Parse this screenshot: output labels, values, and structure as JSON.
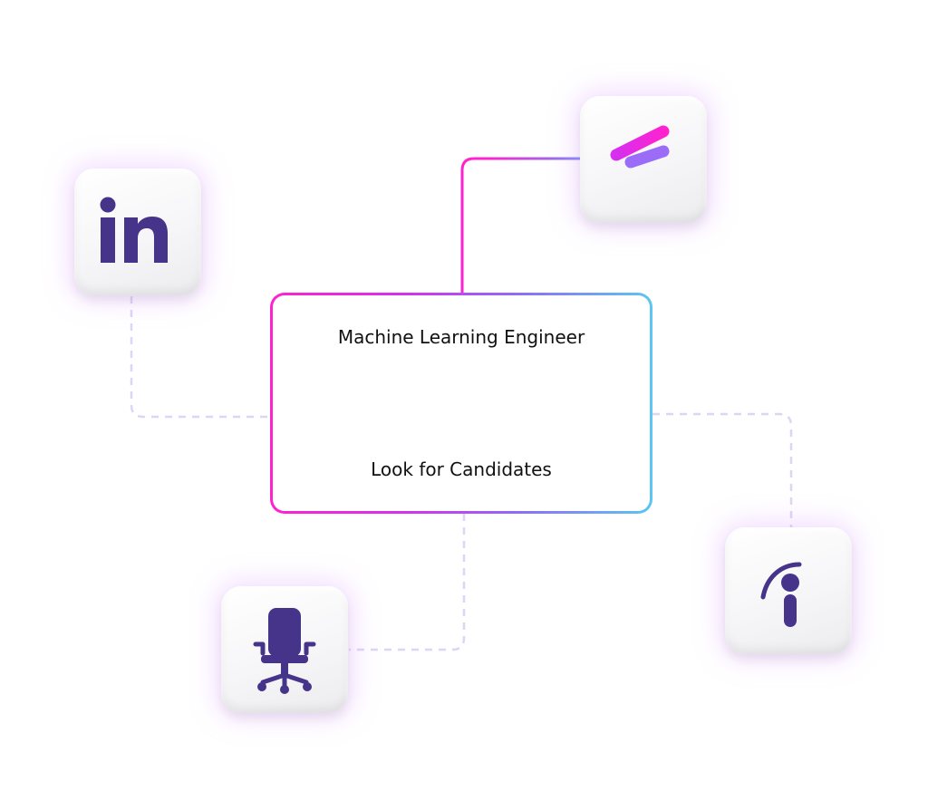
{
  "center_card": {
    "title": "Machine Learning Engineer",
    "action": "Look for Candidates"
  },
  "tiles": [
    {
      "id": "linkedin",
      "icon": "linkedin-logo-icon",
      "text": "in"
    },
    {
      "id": "flash",
      "icon": "lightning-logo-icon"
    },
    {
      "id": "indeed",
      "icon": "indeed-logo-icon"
    },
    {
      "id": "chair",
      "icon": "office-chair-icon"
    }
  ],
  "colors": {
    "brand_purple": "#46338a",
    "gradient_pink": "#ff22cf",
    "gradient_blue": "#5cc6f2",
    "dashed_connector": "#ddd5f5"
  }
}
